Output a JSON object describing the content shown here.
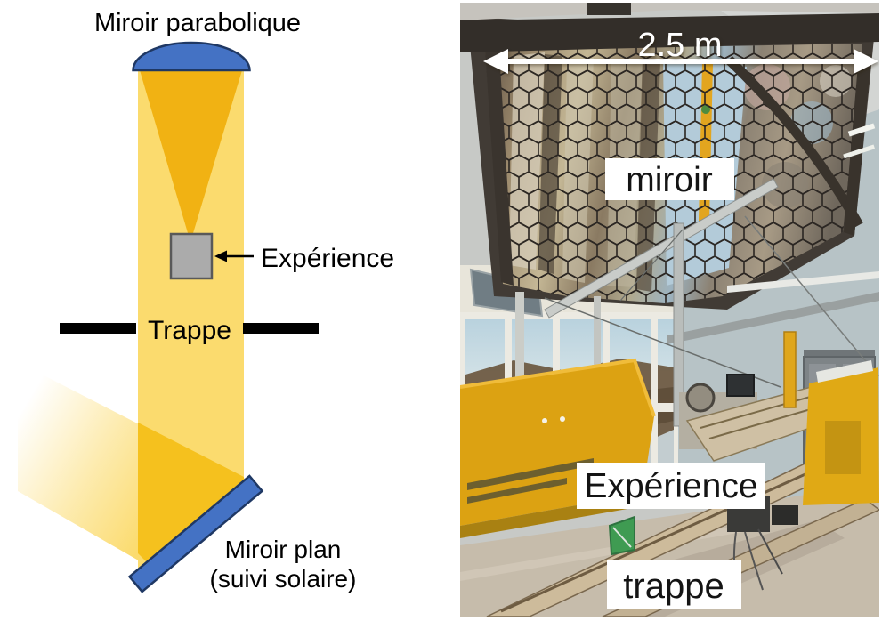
{
  "figure": {
    "description_type": "solar-furnace-figure"
  },
  "diagram": {
    "title": "Miroir parabolique",
    "experiment_label": "Expérience",
    "hatch_label": "Trappe",
    "flat_mirror_label_line1": "Miroir plan",
    "flat_mirror_label_line2": "(suivi solaire)",
    "colors": {
      "mirror_blue": "#4472C4",
      "mirror_outline": "#1F3864",
      "beam_light": "#FBDB6E",
      "beam_overlap": "#F5C11E",
      "beam_focus_cone": "#F1B213",
      "experiment_box_fill": "#ABABAB",
      "experiment_box_border": "#595959",
      "hatch_bar_color": "#000000",
      "text_color": "#000000"
    }
  },
  "photo": {
    "dimension_label": "2.5 m",
    "mirror_label": "miroir",
    "experiment_label": "Expérience",
    "hatch_label": "trappe",
    "label_background": "#FFFFFF",
    "label_text_color": "#141414",
    "dimension_color": "#FFFFFF"
  }
}
